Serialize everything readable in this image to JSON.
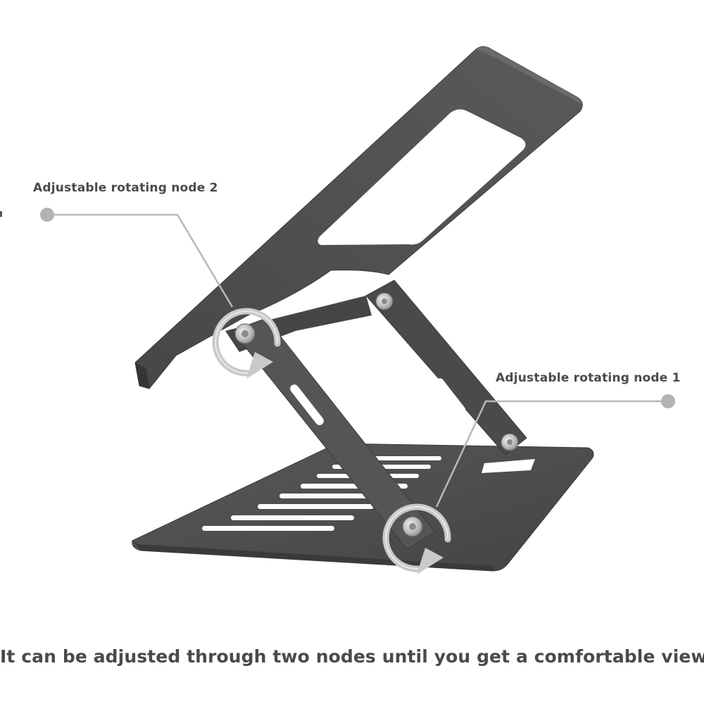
{
  "callouts": {
    "node_2_label": "Adjustable rotating node 2",
    "node_1_label": "Adjustable rotating node 1"
  },
  "caption": "It can be adjusted through two nodes until you get a comfortable view",
  "colors": {
    "metal": "#4e4e4e",
    "metal_dark": "#3c3c3c",
    "metal_light": "#5e5e5e",
    "callout_line": "#b8b8b8",
    "callout_dot": "#b3b3b3",
    "arrow": "#c8c8c8",
    "text": "#4a4a4a"
  },
  "icons": {
    "rotation_indicator": "rotate-arrow-icon",
    "callout_marker": "dot-icon"
  }
}
